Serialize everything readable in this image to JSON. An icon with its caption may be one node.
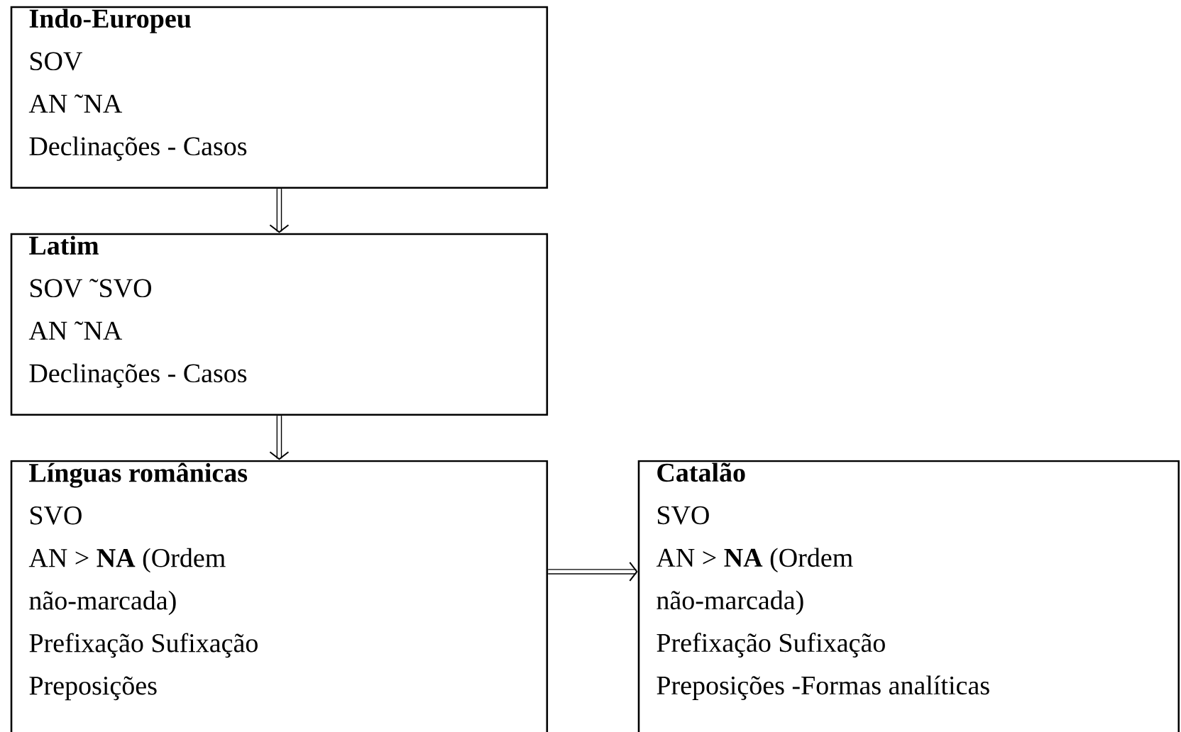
{
  "diagram": {
    "nodes": [
      {
        "text": [
          "Indo-Europeu",
          "SOV",
          "AN ˜NA",
          "Declinações - Casos"
        ]
      },
      {
        "text": [
          "Latim",
          "SOV ˜SVO",
          "AN ˜NA",
          "Declinações - Casos"
        ]
      },
      {
        "text": [
          "Línguas românicas",
          "SVO",
          "AN > **NA** (Ordem não-marcada)",
          "Prefixação Sufixação",
          "Preposições"
        ]
      },
      {
        "text": [
          "Catalão",
          "SVO",
          "AN > **NA** (Ordem não-marcada)",
          "Prefixação Sufixação",
          "Preposições -Formas analíticas"
        ]
      }
    ],
    "edges": [
      {
        "from": 0,
        "to": 1,
        "arrow": "to"
      },
      {
        "from": 1,
        "to": 2,
        "arrow": "to"
      },
      {
        "from": 2,
        "to": 3,
        "arrow": "to"
      }
    ]
  }
}
